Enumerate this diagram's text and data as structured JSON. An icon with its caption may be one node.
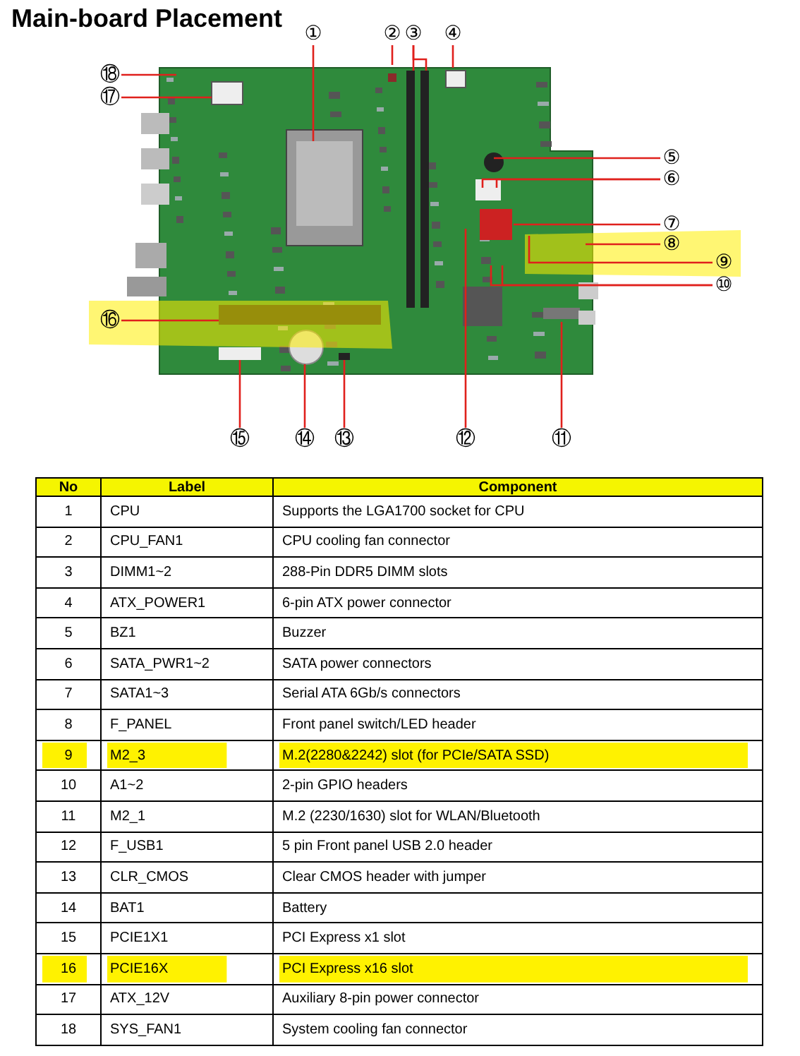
{
  "diagram": {
    "title": "Main-board Placement",
    "nodes": [
      {
        "text": [],
        "shape": "picture"
      },
      {
        "text": [
          "①"
        ]
      },
      {
        "text": [
          "②"
        ]
      },
      {
        "text": [
          "③"
        ]
      },
      {
        "text": [
          "④"
        ]
      },
      {
        "text": [
          "⑤"
        ]
      },
      {
        "text": [
          "⑥"
        ]
      },
      {
        "text": [
          "⑦"
        ]
      },
      {
        "text": [
          "⑧"
        ]
      },
      {
        "text": [
          "⑨"
        ]
      },
      {
        "text": [
          "⑩"
        ]
      },
      {
        "text": [
          "⑪"
        ]
      },
      {
        "text": [
          "⑫"
        ]
      },
      {
        "text": [
          "⑬"
        ]
      },
      {
        "text": [
          "⑭"
        ]
      },
      {
        "text": [
          "⑮"
        ]
      },
      {
        "text": [
          "⑯"
        ]
      },
      {
        "text": [
          "⑰"
        ]
      },
      {
        "text": [
          "⑱"
        ]
      }
    ],
    "edges": [
      {
        "from": 1,
        "to": 0,
        "arrow": "none"
      },
      {
        "from": 2,
        "to": 0,
        "arrow": "none"
      },
      {
        "from": 3,
        "to": 0,
        "arrow": "none"
      },
      {
        "from": 3,
        "to": 0,
        "arrow": "none"
      },
      {
        "from": 4,
        "to": 0,
        "arrow": "none"
      },
      {
        "from": 5,
        "to": 0,
        "arrow": "none"
      },
      {
        "from": 6,
        "to": 0,
        "arrow": "none"
      },
      {
        "from": 6,
        "to": 0,
        "arrow": "none"
      },
      {
        "from": 7,
        "to": 0,
        "arrow": "none"
      },
      {
        "from": 8,
        "to": 0,
        "arrow": "none"
      },
      {
        "from": 9,
        "to": 0,
        "arrow": "none"
      },
      {
        "from": 10,
        "to": 0,
        "arrow": "none"
      },
      {
        "from": 10,
        "to": 0,
        "arrow": "none"
      },
      {
        "from": 11,
        "to": 0,
        "arrow": "none"
      },
      {
        "from": 12,
        "to": 0,
        "arrow": "none"
      },
      {
        "from": 13,
        "to": 0,
        "arrow": "none"
      },
      {
        "from": 14,
        "to": 0,
        "arrow": "none"
      },
      {
        "from": 15,
        "to": 0,
        "arrow": "none"
      },
      {
        "from": 16,
        "to": 0,
        "arrow": "none"
      },
      {
        "from": 17,
        "to": 0,
        "arrow": "none"
      },
      {
        "from": 18,
        "to": 0,
        "arrow": "none"
      }
    ],
    "labels": [
      "No",
      "Label",
      "Component",
      "1",
      "CPU",
      "Supports the LGA1700 socket for CPU",
      "2",
      "CPU_FAN1",
      "CPU cooling fan connector",
      "3",
      "DIMM1~2",
      "288-Pin DDR5 DIMM slots",
      "4",
      "ATX_POWER1",
      "6-pin ATX power connector",
      "5",
      "BZ1",
      "Buzzer",
      "6",
      "SATA_PWR1~2",
      "SATA power connectors",
      "7",
      "SATA1~3",
      "Serial ATA 6Gb/s connectors",
      "8",
      "F_PANEL",
      "Front panel switch/LED header",
      "9",
      "M2_3",
      "M.2(2280&2242) slot (for PCIe/SATA SSD)",
      "10",
      "A1~2",
      "2-pin GPIO headers",
      "11",
      "M2_1",
      "M.2 (2230/1630) slot for WLAN/Bluetooth",
      "12",
      "F_USB1",
      "5 pin Front panel USB 2.0 header",
      "13",
      "CLR_CMOS",
      "Clear CMOS header with jumper",
      "14",
      "BAT1",
      "Battery",
      "15",
      "PCIE1X1",
      "PCI Express x1 slot",
      "16",
      "PCIE16X",
      "PCI Express x16 slot",
      "17",
      "ATX_12V",
      "Auxiliary 8-pin power connector",
      "18",
      "SYS_FAN1",
      "System cooling fan connector"
    ]
  }
}
